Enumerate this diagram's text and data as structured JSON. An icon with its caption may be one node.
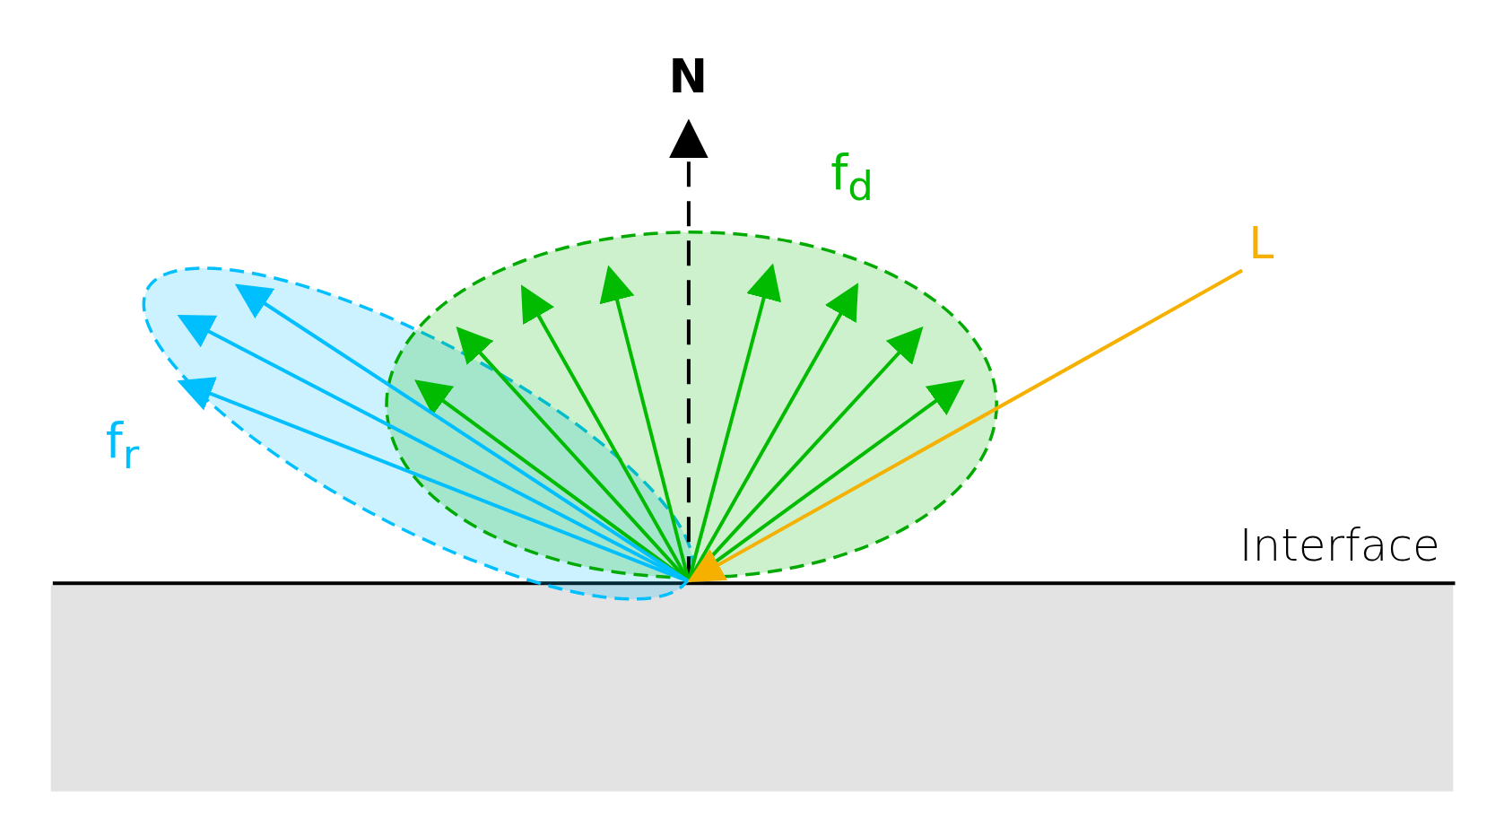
{
  "diagram": {
    "labels": [
      "N",
      "f$_{d}$",
      "L",
      "f$_{r}$",
      "Interface"
    ]
  }
}
